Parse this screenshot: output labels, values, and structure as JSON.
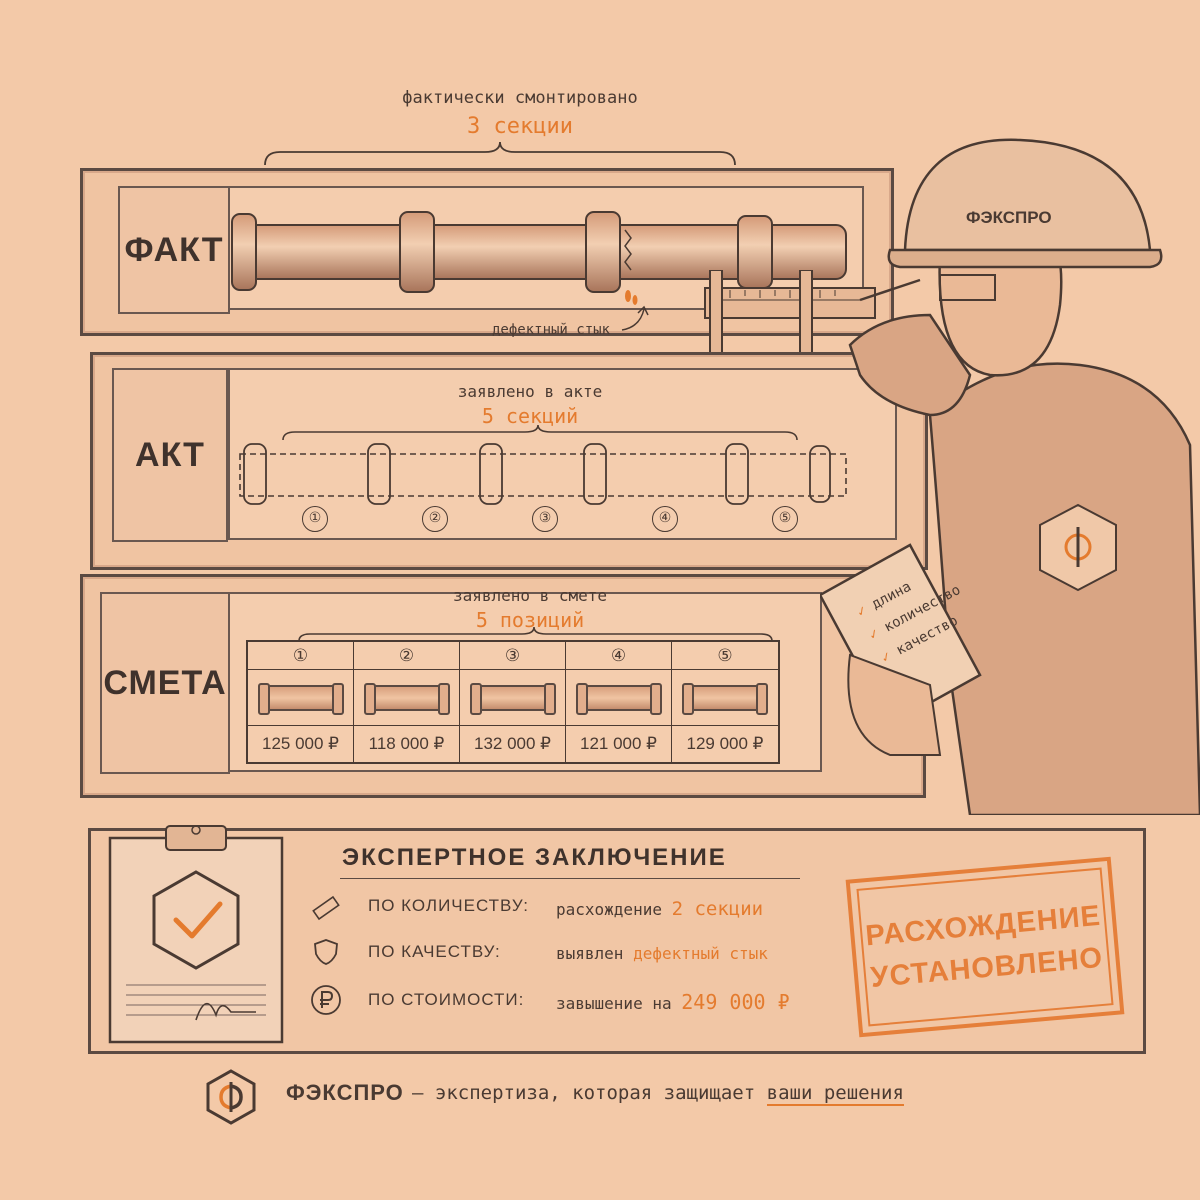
{
  "top": {
    "caption": "фактически смонтировано",
    "count": "3 секции"
  },
  "fact": {
    "label": "ФАКТ",
    "defect_note": "дефектный стык"
  },
  "act": {
    "label": "АКТ",
    "caption": "заявлено в акте",
    "count": "5 секций",
    "numbers": [
      "①",
      "②",
      "③",
      "④",
      "⑤"
    ]
  },
  "estimate": {
    "label": "СМЕТА",
    "caption": "заявлено в смете",
    "count": "5 позиций",
    "headers": [
      "①",
      "②",
      "③",
      "④",
      "⑤"
    ],
    "prices": [
      "125 000 ₽",
      "118 000 ₽",
      "132 000 ₽",
      "121 000 ₽",
      "129 000 ₽"
    ]
  },
  "worker": {
    "helmet_text": "ФЭКСПРО",
    "clipboard_items": [
      "длина",
      "количество",
      "качество"
    ]
  },
  "conclusion": {
    "title": "ЭКСПЕРТНОЕ ЗАКЛЮЧЕНИЕ",
    "rows": [
      {
        "label": "ПО КОЛИЧЕСТВУ:",
        "prefix": "расхождение",
        "highlight": "2 секции",
        "icon": "ruler-icon"
      },
      {
        "label": "ПО КАЧЕСТВУ:",
        "prefix": "выявлен",
        "highlight": "дефектный стык",
        "icon": "shield-icon"
      },
      {
        "label": "ПО СТОИМОСТИ:",
        "prefix": "завышение на",
        "highlight": "249 000 ₽",
        "icon": "ruble-icon"
      }
    ],
    "stamp_line1": "РАСХОЖДЕНИЕ",
    "stamp_line2": "УСТАНОВЛЕНО"
  },
  "footer": {
    "brand": "ФЭКСПРО",
    "tagline_start": "— экспертиза, которая защищает",
    "tagline_end": "ваши решения"
  },
  "colors": {
    "background": "#f3c9a8",
    "accent": "#e47b2e",
    "ink": "#4a3a32"
  }
}
